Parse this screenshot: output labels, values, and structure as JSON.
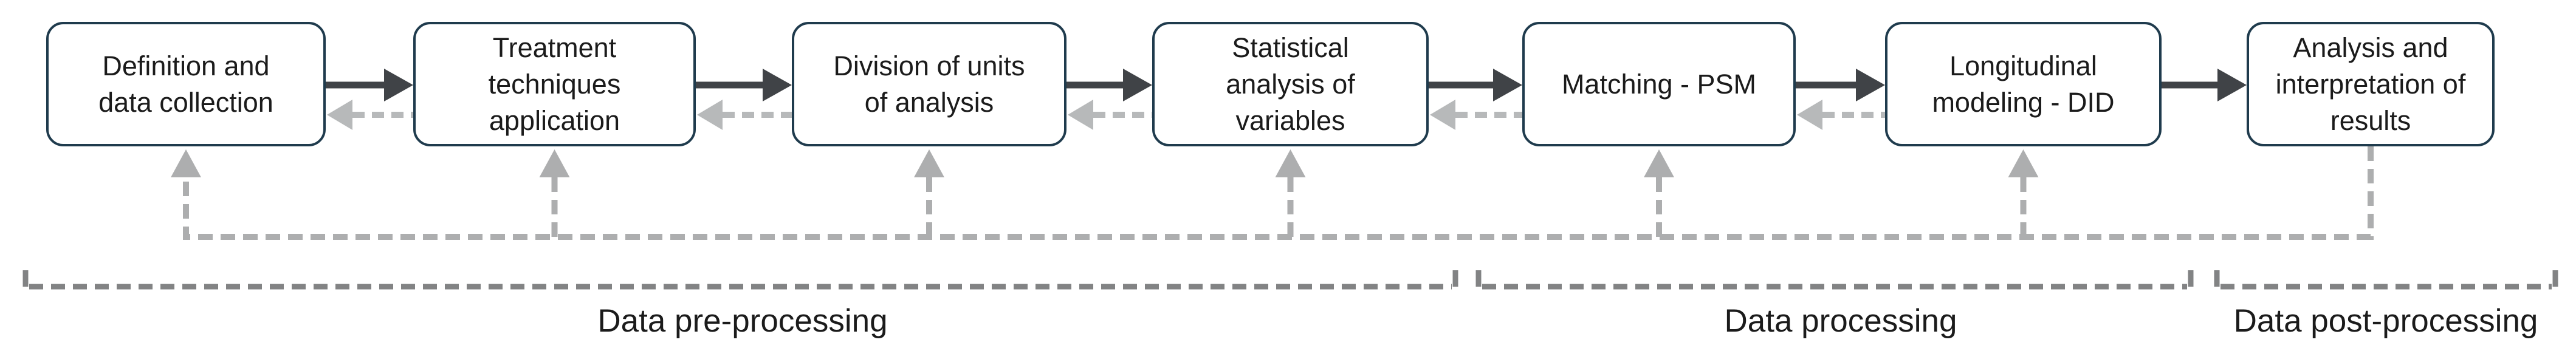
{
  "diagram": {
    "stages": [
      {
        "label": "Definition and\ndata collection"
      },
      {
        "label": "Treatment\ntechniques\napplication"
      },
      {
        "label": "Division of units\nof analysis"
      },
      {
        "label": "Statistical\nanalysis of\nvariables"
      },
      {
        "label": "Matching - PSM"
      },
      {
        "label": "Longitudinal\nmodeling - DID"
      },
      {
        "label": "Analysis and\ninterpretation of\nresults"
      }
    ],
    "phases": [
      {
        "label": "Data pre-processing"
      },
      {
        "label": "Data processing"
      },
      {
        "label": "Data post-processing"
      }
    ],
    "colors": {
      "background": "#ffffff",
      "box_border": "#1f3b4d",
      "box_fill": "#ffffff",
      "box_text": "#1b1b1b",
      "forward_arrow": "#404347",
      "backward_arrow": "#b7b9ba",
      "feedback_line": "#adaeaf",
      "bracket_line": "#828384",
      "phase_text": "#1b1b1b"
    }
  }
}
